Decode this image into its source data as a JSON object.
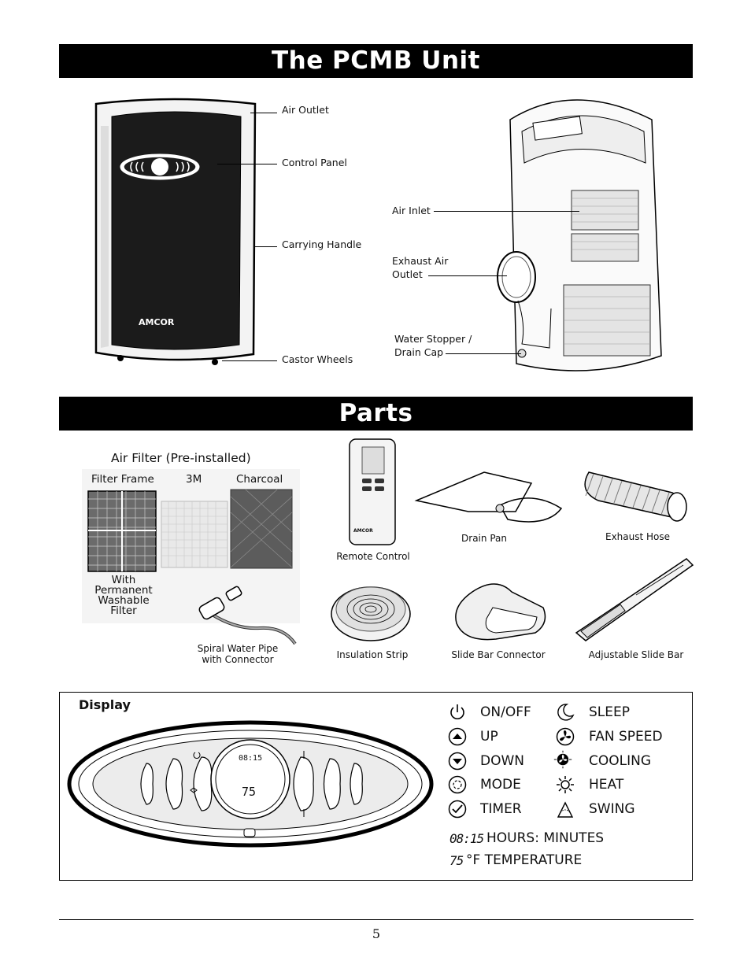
{
  "sections": {
    "unit_title": "The PCMB Unit",
    "parts_title": "Parts"
  },
  "unit": {
    "front_brand": "AMCOR",
    "front_labels": {
      "air_outlet": "Air Outlet",
      "control_panel": "Control Panel",
      "carrying_handle": "Carrying Handle",
      "castor_wheels": "Castor Wheels"
    },
    "back_labels": {
      "air_inlet": "Air Inlet",
      "exhaust_air_outlet_1": "Exhaust Air",
      "exhaust_air_outlet_2": "Outlet",
      "water_stopper_1": "Water Stopper /",
      "water_stopper_2": "Drain Cap"
    }
  },
  "parts": {
    "air_filter_title": "Air Filter (Pre-installed)",
    "filter_frame": "Filter Frame",
    "filter_3m": "3M",
    "filter_charcoal": "Charcoal",
    "washable_1": "With",
    "washable_2": "Permanent",
    "washable_3": "Washable",
    "washable_4": "Filter",
    "spiral_1": "Spiral Water Pipe",
    "spiral_2": "with Connector",
    "remote_control": "Remote Control",
    "remote_brand": "AMCOR",
    "drain_pan": "Drain Pan",
    "exhaust_hose": "Exhaust Hose",
    "insulation_strip": "Insulation Strip",
    "slide_bar_connector": "Slide Bar Connector",
    "adjustable_slide_bar": "Adjustable Slide Bar"
  },
  "display": {
    "title": "Display",
    "panel_time": "08:15",
    "panel_temp": "75",
    "legend_left": [
      "ON/OFF",
      "UP",
      "DOWN",
      "MODE",
      "TIMER"
    ],
    "legend_right": [
      "SLEEP",
      "FAN SPEED",
      "COOLING",
      "HEAT",
      "SWING"
    ],
    "time_sample": "08:15",
    "time_label": "HOURS: MINUTES",
    "temp_sample": "75",
    "temp_label": "°F  TEMPERATURE"
  },
  "footer": {
    "page_number": "5"
  }
}
